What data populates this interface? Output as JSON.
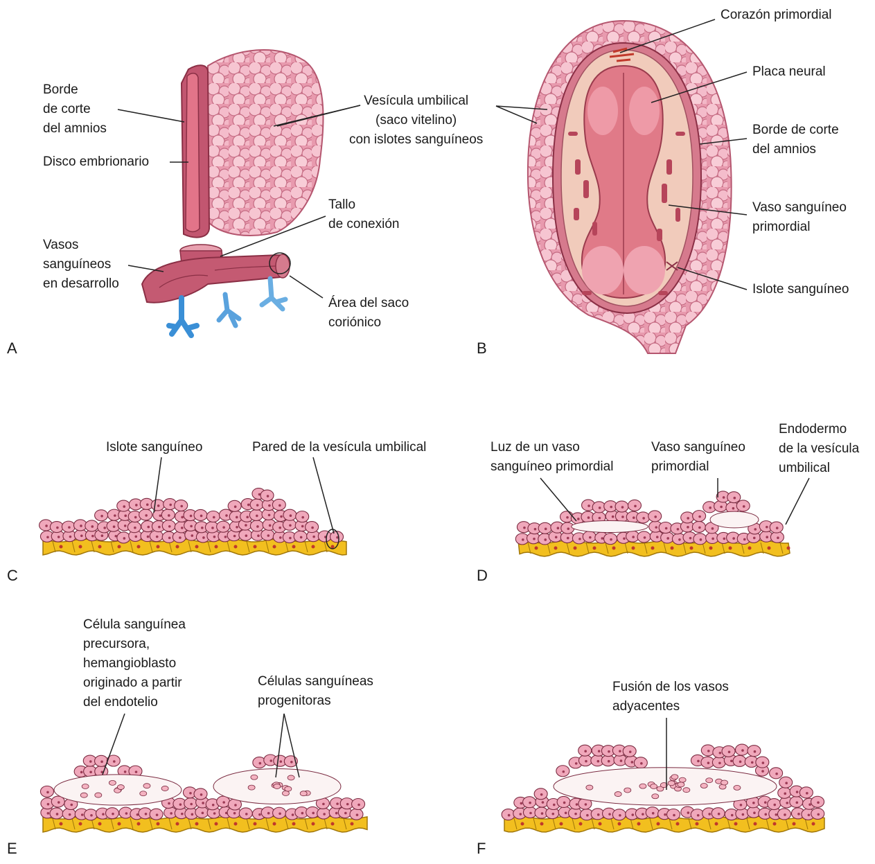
{
  "colors": {
    "cell_fill": "#f0a8bb",
    "cell_stroke": "#7a2a40",
    "cell_nucleus": "#9c3a55",
    "endoderm_fill": "#f2bf1f",
    "endoderm_stroke": "#a0760a",
    "endoderm_nucleus": "#c0392b",
    "embryo_fill": "#e6c1b3",
    "neural_plate": "#e07a88",
    "vessel_red": "#b6455a",
    "villus_blue": "#3a8fd6",
    "leader": "#222222"
  },
  "panels": {
    "a": "A",
    "b": "B",
    "c": "C",
    "d": "D",
    "e": "E",
    "f": "F"
  },
  "labels": {
    "a_cut_edge": "Borde\nde corte\ndel amnios",
    "a_embryonic_disc": "Disco embrionario",
    "a_connecting_stalk": "Tallo\nde conexión",
    "a_vessels": "Vasos\nsanguíneos\nen desarrollo",
    "a_chorionic_sac": "Área del saco\ncoriónico",
    "umbilical_vesicle": "Vesícula umbilical\n(saco vitelino)\ncon islotes sanguíneos",
    "b_primordial_heart": "Corazón primordial",
    "b_neural_plate": "Placa neural",
    "b_cut_edge": "Borde de corte\ndel amnios",
    "b_primordial_vessel": "Vaso sanguíneo\nprimordial",
    "b_blood_island": "Islote sanguíneo",
    "c_blood_island": "Islote sanguíneo",
    "c_vesicle_wall": "Pared de la vesícula umbilical",
    "d_vessel_lumen": "Luz de un vaso\nsanguíneo primordial",
    "d_primordial_vessel": "Vaso sanguíneo\nprimordial",
    "d_endoderm": "Endodermo\nde la vesícula\numbilical",
    "e_precursor_cell": "Célula sanguínea\nprecursora,\nhemangioblasto\noriginado a partir\ndel endotelio",
    "e_progenitor_cells": "Células sanguíneas\nprogenitoras",
    "f_fusion": "Fusión de los vasos\nadyacentes"
  }
}
